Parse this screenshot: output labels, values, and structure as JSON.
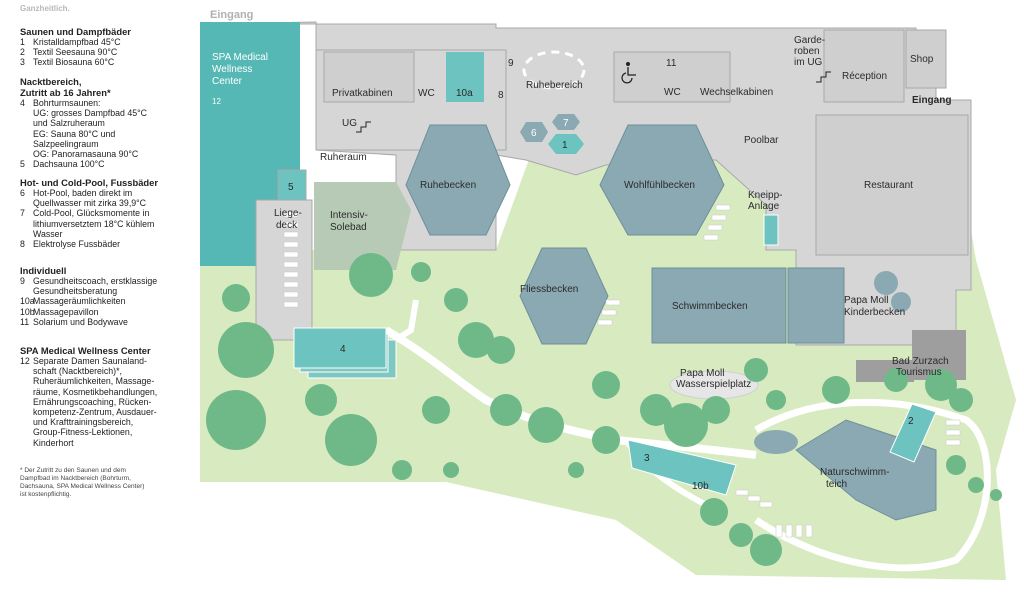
{
  "legend": {
    "tagline": "Ganzheitlich.",
    "sections": [
      {
        "title": "Saunen und Dampfbäder",
        "items": [
          {
            "num": "1",
            "text": "Kristalldampfbad 45°C"
          },
          {
            "num": "2",
            "text": "Textil Seesauna 90°C"
          },
          {
            "num": "3",
            "text": "Textil Biosauna 60°C"
          }
        ]
      },
      {
        "title": "Nacktbereich,",
        "title2": "Zutritt ab 16 Jahren*",
        "items": [
          {
            "num": "4",
            "text": "Bohrturmsaunen:",
            "lines": [
              "UG: grosses Dampfbad 45°C",
              "und Salzruheraum",
              "EG: Sauna 80°C und",
              "Salzpeelingraum",
              "OG: Panoramasauna 90°C"
            ]
          },
          {
            "num": "5",
            "text": "Dachsauna 100°C"
          }
        ]
      },
      {
        "title": "Hot- und Cold-Pool, Fussbäder",
        "items": [
          {
            "num": "6",
            "text": "Hot-Pool, baden direkt im",
            "lines": [
              "Quellwasser mit zirka 39,9°C"
            ]
          },
          {
            "num": "7",
            "text": "Cold-Pool, Glücksmomente in",
            "lines": [
              "lithiumversetztem 18°C kühlem",
              "Wasser"
            ]
          },
          {
            "num": "8",
            "text": "Elektrolyse Fussbäder"
          }
        ]
      },
      {
        "title": "Individuell",
        "items": [
          {
            "num": "9",
            "text": "Gesundheitscoach, erstklassige",
            "lines": [
              "Gesundheitsberatung"
            ]
          },
          {
            "num": "10a",
            "text": "Massageräumlichkeiten"
          },
          {
            "num": "10b",
            "text": "Massagepavillon"
          },
          {
            "num": "11",
            "text": "Solarium und Bodywave"
          }
        ]
      },
      {
        "title": "SPA Medical Wellness Center",
        "items": [
          {
            "num": "12",
            "text": "Separate Damen Saunaland-",
            "lines": [
              "schaft (Nacktbereich)*,",
              "Ruheräumlichkeiten, Massage-",
              "räume, Kosmetikbehandlungen,",
              "Ernährungscoaching, Rücken-",
              "kompetenz-Zentrum, Ausdauer-",
              "und Krafttrainingsbereich,",
              "Group-Fitness-Lektionen,",
              "Kinderhort"
            ]
          }
        ]
      }
    ],
    "footnote": [
      "* Der Zutritt zu den Saunen und dem",
      "Dampfbad im Nacktbereich (Bohrturm,",
      "Dachsauna, SPA Medical Wellness Center)",
      "ist kostenpflichtig."
    ]
  },
  "map": {
    "labels": {
      "eingang_top": "Eingang",
      "spa1": "SPA Medical",
      "spa2": "Wellness",
      "spa3": "Center",
      "spa_num": "12",
      "privatkabinen": "Privatkabinen",
      "wc1": "WC",
      "n10a": "10a",
      "n9": "9",
      "n8": "8",
      "ruhebereich": "Ruhebereich",
      "n11": "11",
      "wc2": "WC",
      "wechselkabinen": "Wechselkabinen",
      "garderoben1": "Garde-",
      "garderoben2": "roben",
      "garderoben3": "im UG",
      "reception": "Réception",
      "shop": "Shop",
      "eingang_right": "Eingang",
      "ug": "UG",
      "ruheraum": "Ruheraum",
      "n6": "6",
      "n7": "7",
      "n1": "1",
      "poolbar": "Poolbar",
      "n5": "5",
      "ruhebecken": "Ruhebecken",
      "wohlfuehlbecken": "Wohlfühlbecken",
      "kneipp1": "Kneipp-",
      "kneipp2": "Anlage",
      "restaurant": "Restaurant",
      "liege1": "Liege-",
      "liege2": "deck",
      "intensiv1": "Intensiv-",
      "intensiv2": "Solebad",
      "fliessbecken": "Fliessbecken",
      "schwimmbecken": "Schwimmbecken",
      "papamoll1": "Papa Moll",
      "papamoll2": "Kinderbecken",
      "n4": "4",
      "badzurzach1": "Bad Zurzach",
      "badzurzach2": "Tourismus",
      "wasserspiel1": "Papa Moll",
      "wasserspiel2": "Wasserspielplatz",
      "n2": "2",
      "n3": "3",
      "n10b": "10b",
      "natur1": "Naturschwimm-",
      "natur2": "teich"
    },
    "colors": {
      "building": "#d6d6d6",
      "building_stroke": "#a8a8a8",
      "pool": "#8aa9b2",
      "teal": "#6cc3c0",
      "spa": "#55b8b5",
      "garden": "#d8ebc0",
      "tree": "#6fb989",
      "dark": "#9e9e9e"
    }
  }
}
